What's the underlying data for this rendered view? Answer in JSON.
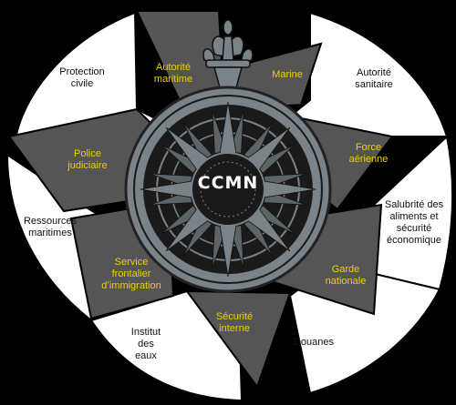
{
  "center": {
    "acronym": "CCMN"
  },
  "inner_agencies": [
    {
      "label": "Autorité\nmaritime"
    },
    {
      "label": "Marine"
    },
    {
      "label": "Force\naérienne"
    },
    {
      "label": "Garde\nnationale"
    },
    {
      "label": "Sécurité\ninterne"
    },
    {
      "label": "Service\nfrontalier\nd’immigration"
    },
    {
      "label": "Police\njudiciaire"
    }
  ],
  "outer_agencies": [
    {
      "label": "Protection\ncivile"
    },
    {
      "label": "Autorité\nsanitaire"
    },
    {
      "label": "Salubrité des\naliments et\nsécurité\néconomique"
    },
    {
      "label": "Douanes"
    },
    {
      "label": "Institut\ndes\neaux"
    },
    {
      "label": "Ressources\nmaritimes"
    }
  ],
  "colors": {
    "background": "#000000",
    "outer_sector_fill": "#ffffff",
    "star_point_fill": "#555555",
    "compass_fill": "#7a8387",
    "compass_ring_dark": "#1a1a1a",
    "inner_label_color": "#f0d000",
    "outer_label_color": "#111111",
    "center_text_color": "#ffffff"
  },
  "icons": {
    "crest": "fleur-de-lis-crest-icon",
    "compass": "compass-rose-icon"
  }
}
